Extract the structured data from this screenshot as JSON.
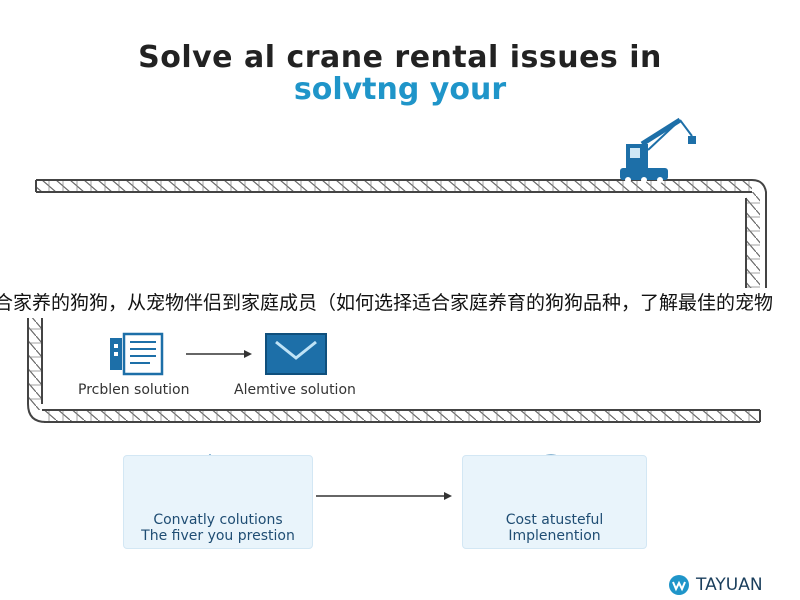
{
  "header": {
    "title": "Solve al crane rental issues in",
    "subtitle": "solvtng your"
  },
  "banner": {
    "text": "合家养的狗狗，从宠物伴侣到家庭成员（如何选择适合家庭养育的狗狗品种，了解最佳的宠物"
  },
  "flow_upper": {
    "left_label": "Prcblen solution",
    "right_label": "Alemtive solution"
  },
  "flow_lower": {
    "left_card": {
      "line1": "Convatly colutions",
      "line2": "The fiver you prestion"
    },
    "right_card": {
      "line1": "Cost atusteful",
      "line2": "Implenention"
    }
  },
  "brand": {
    "name": "TAYUAN"
  },
  "colors": {
    "accent": "#1f95c9",
    "icon_blue": "#1d6fa8",
    "track": "#555555",
    "card_bg": "#e9f4fb"
  },
  "icons": [
    "crane-icon",
    "document-icon",
    "arrow-icon",
    "envelope-box-icon",
    "house-warning-icon",
    "dollar-icon",
    "brand-logo-icon"
  ]
}
